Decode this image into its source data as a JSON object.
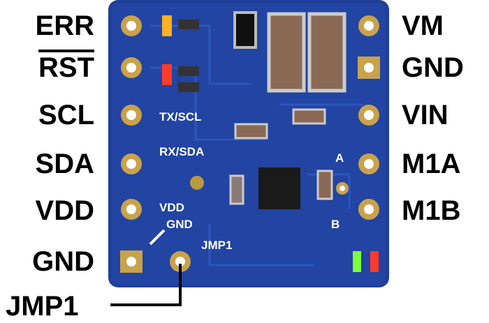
{
  "left_pins": [
    {
      "label": "ERR"
    },
    {
      "label": "RST"
    },
    {
      "label": "SCL"
    },
    {
      "label": "SDA"
    },
    {
      "label": "VDD"
    },
    {
      "label": "GND"
    }
  ],
  "right_pins": [
    {
      "label": "VM"
    },
    {
      "label": "GND"
    },
    {
      "label": "VIN"
    },
    {
      "label": "M1A"
    },
    {
      "label": "M1B"
    }
  ],
  "callout": {
    "label": "JMP1"
  },
  "silkscreen": {
    "tx_scl": "TX/SCL",
    "rx_sda": "RX/SDA",
    "vdd": "VDD",
    "gnd": "GND",
    "jmp1": "JMP1",
    "a": "A",
    "b": "B"
  },
  "colors": {
    "board": "#1f3f99",
    "pad": "#c9a24a",
    "led_red": "#ff3a2a",
    "led_green": "#7dff3a"
  }
}
